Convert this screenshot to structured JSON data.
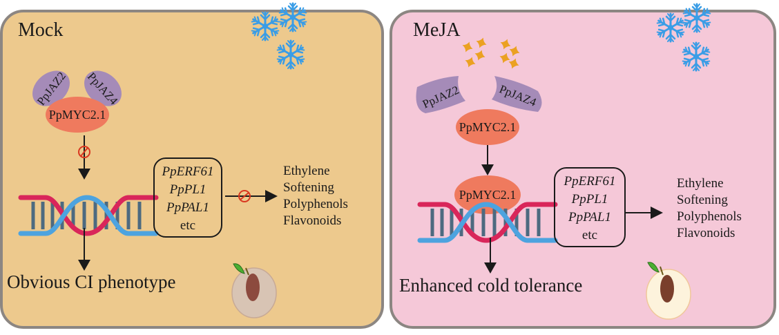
{
  "panels": {
    "mock": {
      "title": "Mock",
      "jaz_left": "PpJAZ2",
      "jaz_right": "PpJAZ4",
      "myc": "PpMYC2.1",
      "genes": [
        "PpERF61",
        "PpPL1",
        "PpPAL1"
      ],
      "genes_more": "etc",
      "effects": [
        "Ethylene",
        "Softening",
        "Polyphenols",
        "Flavonoids"
      ],
      "outcome": "Obvious CI phenotype"
    },
    "meja": {
      "title": "MeJA",
      "jaz_left": "PpJAZ2",
      "jaz_right": "PpJAZ4",
      "myc_top": "PpMYC2.1",
      "myc_dna": "PpMYC2.1",
      "genes": [
        "PpERF61",
        "PpPL1",
        "PpPAL1"
      ],
      "genes_more": "etc",
      "effects": [
        "Ethylene",
        "Softening",
        "Polyphenols",
        "Flavonoids"
      ],
      "outcome": "Enhanced cold tolerance"
    }
  },
  "icons": {
    "cold": "snowflake-icon",
    "inhibit": "prohibition-icon",
    "meja_molecule": "star-icon",
    "fruit": "peach-icon",
    "dna": "dna-helix-icon"
  },
  "colors": {
    "mock_bg": "#edc98d",
    "meja_bg": "#f5c8d8",
    "jaz": "#a58bb8",
    "myc": "#ef7a5e",
    "dna_red": "#d9265a",
    "dna_blue": "#4da3df",
    "snow": "#3a9de6",
    "inhibit": "#d9361f"
  }
}
